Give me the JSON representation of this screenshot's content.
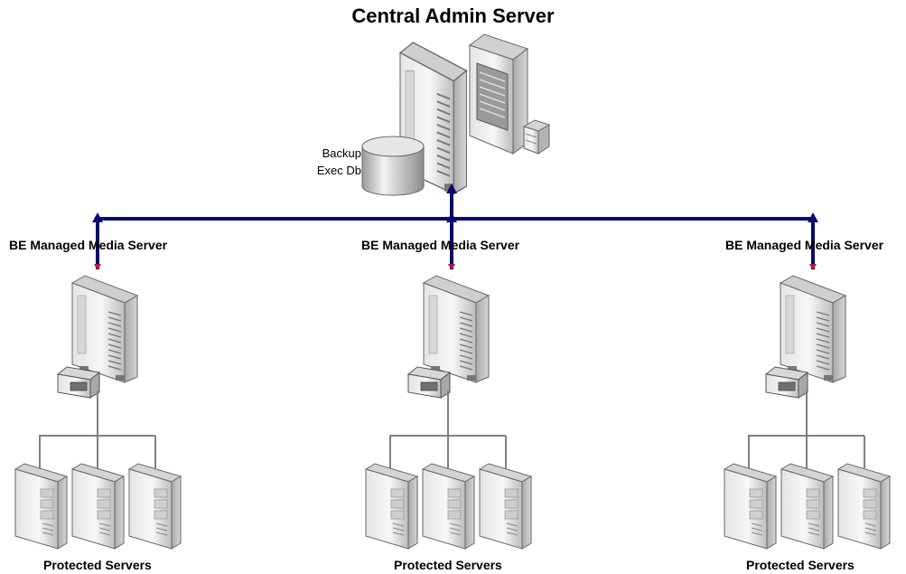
{
  "title": "Central Admin Server",
  "database": {
    "line1": "Backup",
    "line2": "Exec Db",
    "icon": "database-cylinder-icon"
  },
  "central_icons": [
    "server-tower-icon",
    "server-rack-icon",
    "storage-stack-icon"
  ],
  "media_servers": [
    {
      "label": "BE Managed Media Server",
      "icon": "server-tower-icon",
      "device_icon": "tape-drive-icon"
    },
    {
      "label": "BE Managed Media Server",
      "icon": "server-tower-icon",
      "device_icon": "tape-drive-icon"
    },
    {
      "label": "BE Managed Media Server",
      "icon": "server-tower-icon",
      "device_icon": "tape-drive-icon"
    }
  ],
  "protected_groups": [
    {
      "label": "Protected Servers",
      "server_count": 3
    },
    {
      "label": "Protected Servers",
      "server_count": 3
    },
    {
      "label": "Protected Servers",
      "server_count": 3
    }
  ],
  "colors": {
    "backbone": "#0a0a6e",
    "arrow_red": "#c8102e",
    "connector": "#808080"
  }
}
